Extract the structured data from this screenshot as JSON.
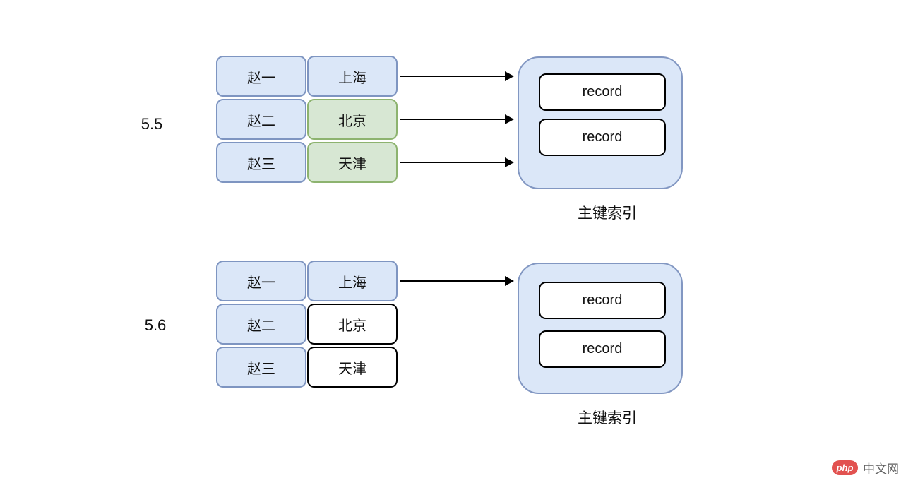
{
  "colors": {
    "page_bg": "#ffffff",
    "cell_blue_fill": "#dbe7f8",
    "cell_blue_border": "#7e95c1",
    "cell_green_fill": "#d7e7d3",
    "cell_green_border": "#8db36f",
    "cell_white_fill": "#ffffff",
    "cell_white_border": "#000000",
    "index_box_fill": "#dbe7f8",
    "index_box_border": "#8297c2",
    "arrow_color": "#000000",
    "wm_red": "#e25250",
    "wm_gray": "#5f5f5f"
  },
  "sections": [
    {
      "version": "5.5",
      "rows": [
        {
          "name": "赵一",
          "city": "上海",
          "city_style": "blue"
        },
        {
          "name": "赵二",
          "city": "北京",
          "city_style": "green"
        },
        {
          "name": "赵三",
          "city": "天津",
          "city_style": "green"
        }
      ],
      "arrow_rows": [
        0,
        1,
        2
      ],
      "records": [
        "record",
        "record"
      ],
      "index_label": "主键索引"
    },
    {
      "version": "5.6",
      "rows": [
        {
          "name": "赵一",
          "city": "上海",
          "city_style": "blue"
        },
        {
          "name": "赵二",
          "city": "北京",
          "city_style": "white"
        },
        {
          "name": "赵三",
          "city": "天津",
          "city_style": "white"
        }
      ],
      "arrow_rows": [
        0
      ],
      "records": [
        "record",
        "record"
      ],
      "index_label": "主键索引"
    }
  ],
  "watermark": {
    "logo": "php",
    "site": "中文网"
  }
}
